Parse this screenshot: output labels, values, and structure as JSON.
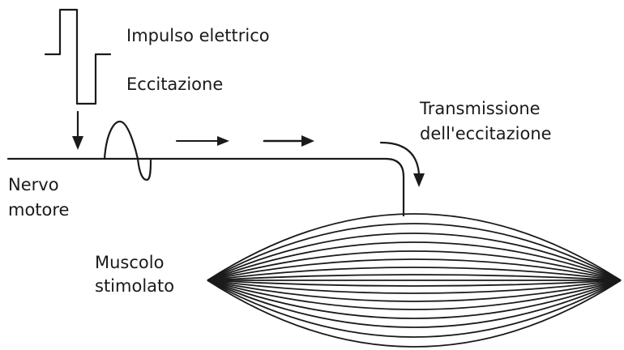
{
  "labels": {
    "impulse": "Impulso elettrico",
    "excitation": "Eccitazione",
    "transmission_line1": "Transmissione",
    "transmission_line2": "dell'eccitazione",
    "nerve_line1": "Nervo",
    "nerve_line2": "motore",
    "muscle_line1": "Muscolo",
    "muscle_line2": "stimolato"
  },
  "colors": {
    "ink": "#1a1a1a",
    "background": "#ffffff"
  }
}
